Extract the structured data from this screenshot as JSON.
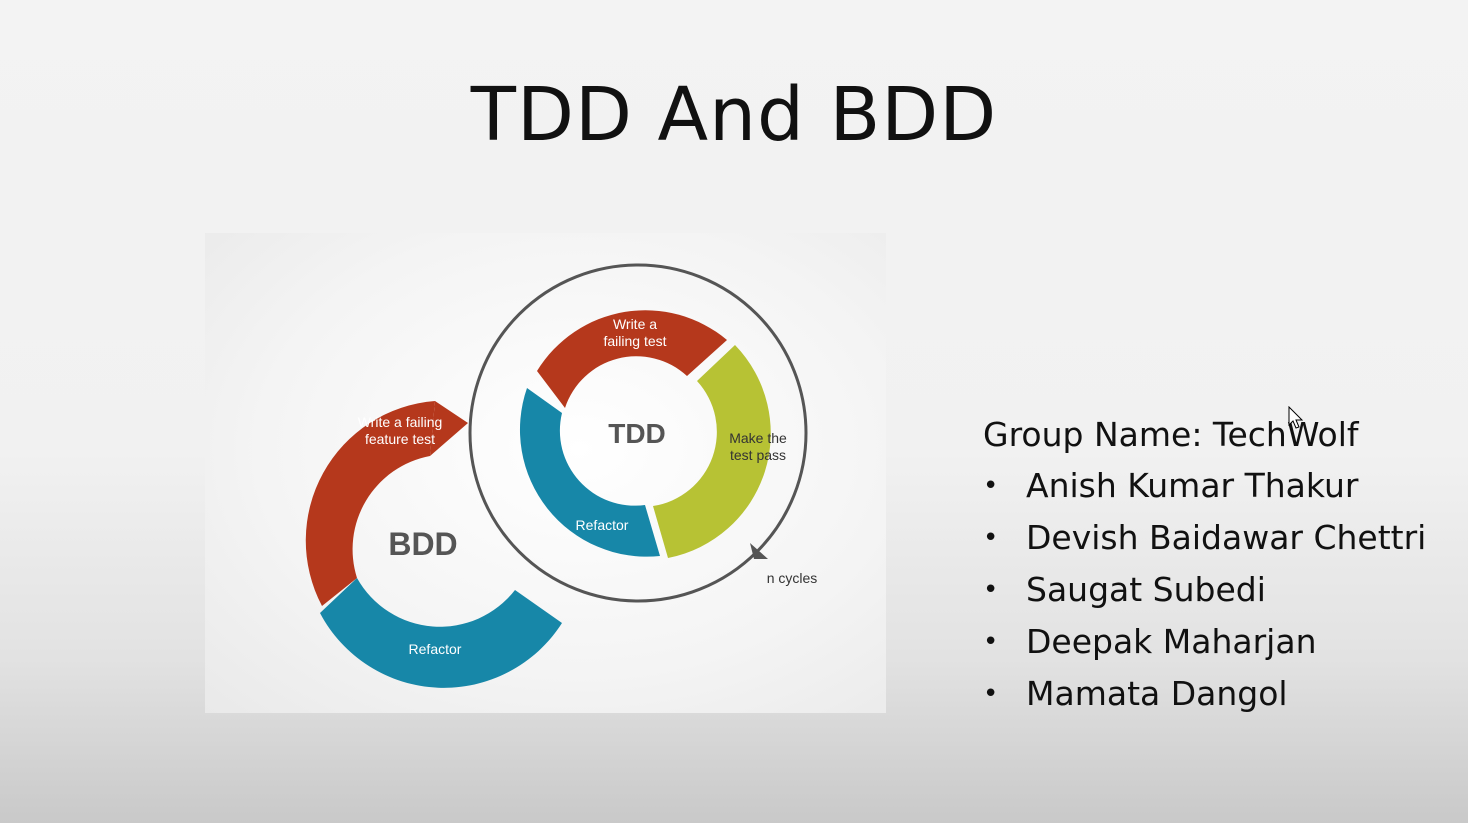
{
  "slide": {
    "title": "TDD And BDD"
  },
  "diagram": {
    "bdd_label": "BDD",
    "bdd_step1_line1": "Write a failing",
    "bdd_step1_line2": "feature test",
    "bdd_step2": "Refactor",
    "tdd_label": "TDD",
    "tdd_step1_line1": "Write a",
    "tdd_step1_line2": "failing test",
    "tdd_step2_line1": "Make the",
    "tdd_step2_line2": "test pass",
    "tdd_step3": "Refactor",
    "cycles_label": "n cycles",
    "colors": {
      "red": "#b5381c",
      "blue": "#1787a8",
      "yellow": "#b7c234",
      "label_gray": "#555555"
    }
  },
  "group": {
    "title": "Group Name: TechWolf",
    "members": [
      "Anish Kumar Thakur",
      "Devish Baidawar Chettri",
      "Saugat Subedi",
      "Deepak Maharjan",
      "Mamata Dangol"
    ],
    "bullet": "•"
  }
}
